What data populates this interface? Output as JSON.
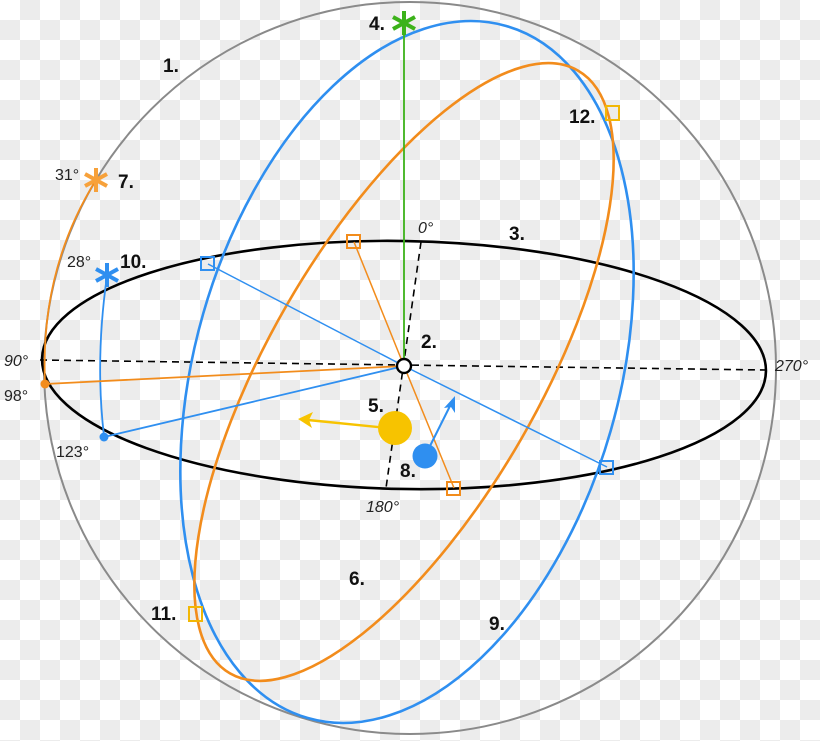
{
  "diagram": {
    "colors": {
      "sphere": "#8a8a8a",
      "horizon": "#000000",
      "blue": "#2f8ff0",
      "orange": "#f28c1c",
      "yellow": "#f7c300",
      "green": "#3cb21a",
      "square_yellow": "#f2b705"
    },
    "labels": {
      "l1": "1.",
      "l2": "2.",
      "l3": "3.",
      "l4": "4.",
      "l5": "5.",
      "l6": "6.",
      "l7": "7.",
      "l8": "8.",
      "l9": "9.",
      "l10": "10.",
      "l11": "11.",
      "l12": "12."
    },
    "azimuth_ticks": {
      "north": "0°",
      "east": "90°",
      "south": "180°",
      "west": "270°"
    },
    "angles": {
      "sun_altitude": "31°",
      "moon_altitude": "28°",
      "sun_azimuth": "98°",
      "moon_azimuth": "123°"
    },
    "elements": [
      {
        "id": "1",
        "name": "celestial-sphere"
      },
      {
        "id": "2",
        "name": "observer"
      },
      {
        "id": "3",
        "name": "horizon"
      },
      {
        "id": "4",
        "name": "zenith"
      },
      {
        "id": "5",
        "name": "sun"
      },
      {
        "id": "6",
        "name": "sun-path"
      },
      {
        "id": "7",
        "name": "sun-marker"
      },
      {
        "id": "8",
        "name": "moon"
      },
      {
        "id": "9",
        "name": "moon-path"
      },
      {
        "id": "10",
        "name": "moon-marker"
      },
      {
        "id": "11",
        "name": "lower-intersection"
      },
      {
        "id": "12",
        "name": "upper-intersection"
      }
    ]
  }
}
